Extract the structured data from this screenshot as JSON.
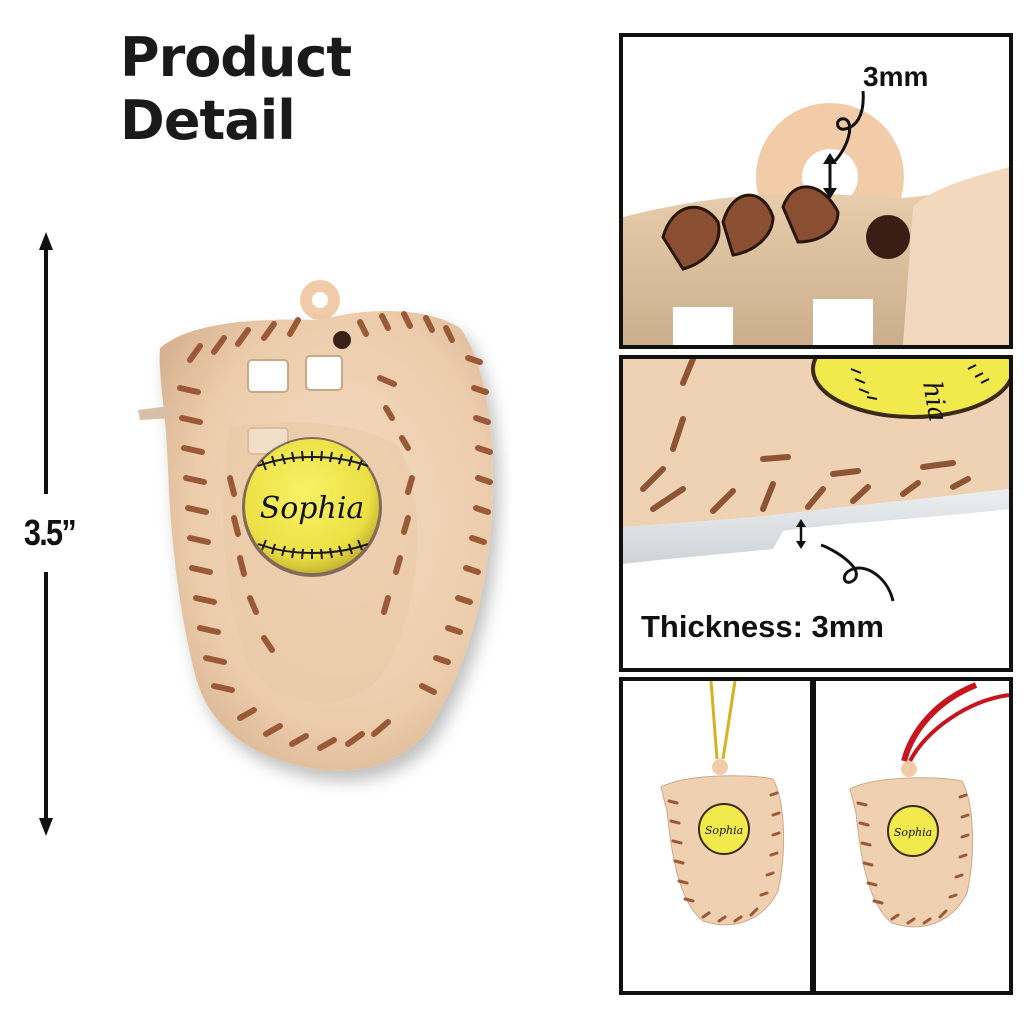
{
  "title": "Product Detail",
  "dimension": {
    "height_label": "3.5”",
    "orientation": "vertical",
    "icon": "double-headed-arrow-icon"
  },
  "product": {
    "name_on_ball": "Sophia",
    "shape": "first-base-mitt-with-softball",
    "colors": {
      "leather": "#f0d2b4",
      "stitching": "#9a5a38",
      "ball": "#f2ea4c",
      "loop": "#f2cba9"
    }
  },
  "panels": [
    {
      "id": "hole-detail",
      "callout": "3mm",
      "icon": "double-headed-arrow-icon"
    },
    {
      "id": "thickness-detail",
      "label": "Thickness: 3mm",
      "ball_text_fragment": "hia",
      "icon": "double-headed-arrow-icon"
    },
    {
      "id": "gold-string-variant",
      "name_on_ball": "Sophia",
      "string_color": "#d8b21e",
      "string_type": "gold cord"
    },
    {
      "id": "red-ribbon-variant",
      "name_on_ball": "Sophia",
      "string_color": "#c8141e",
      "string_type": "red ribbon"
    }
  ],
  "colors": {
    "frame": "#111111",
    "text": "#111111",
    "background": "#ffffff",
    "acrylic_edge": "#d9dcdf"
  }
}
